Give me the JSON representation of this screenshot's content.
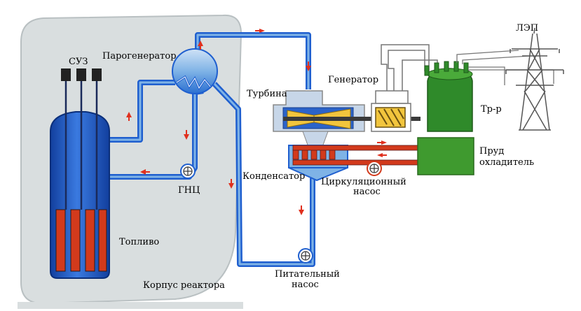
{
  "labels": {
    "suz": "СУЗ",
    "steam_generator": "Парогенератор",
    "turbine": "Турбина",
    "generator": "Генератор",
    "transformer": "Тр-р",
    "power_line": "ЛЭП",
    "cooling_pond_line1": "Пруд",
    "cooling_pond_line2": "охладитель",
    "condenser": "Конденсатор",
    "circulation_pump_line1": "Циркуляционный",
    "circulation_pump_line2": "насос",
    "main_circulation_pump": "ГНЦ",
    "fuel": "Топливо",
    "feed_pump_line1": "Питательный",
    "feed_pump_line2": "насос",
    "reactor_vessel": "Корпус реактора"
  },
  "colors": {
    "building": "#d9dedf",
    "background": "#ffffff",
    "water_blue": "#1f5fcf",
    "pipe_fill": "#7fb3e6",
    "fuel_red": "#d23a1c",
    "arrow_red": "#e0301e",
    "turbine_yellow": "#f2c53d",
    "pond_green": "#3f9a2f",
    "transformer_green": "#2f8a2a",
    "shaft_dark": "#3a3a3a",
    "turbine_casing": "#c7d6e8"
  },
  "icons": {
    "pump": "pump-icon",
    "flow_arrow": "flow-arrow-icon",
    "tower": "transmission-tower-icon"
  }
}
